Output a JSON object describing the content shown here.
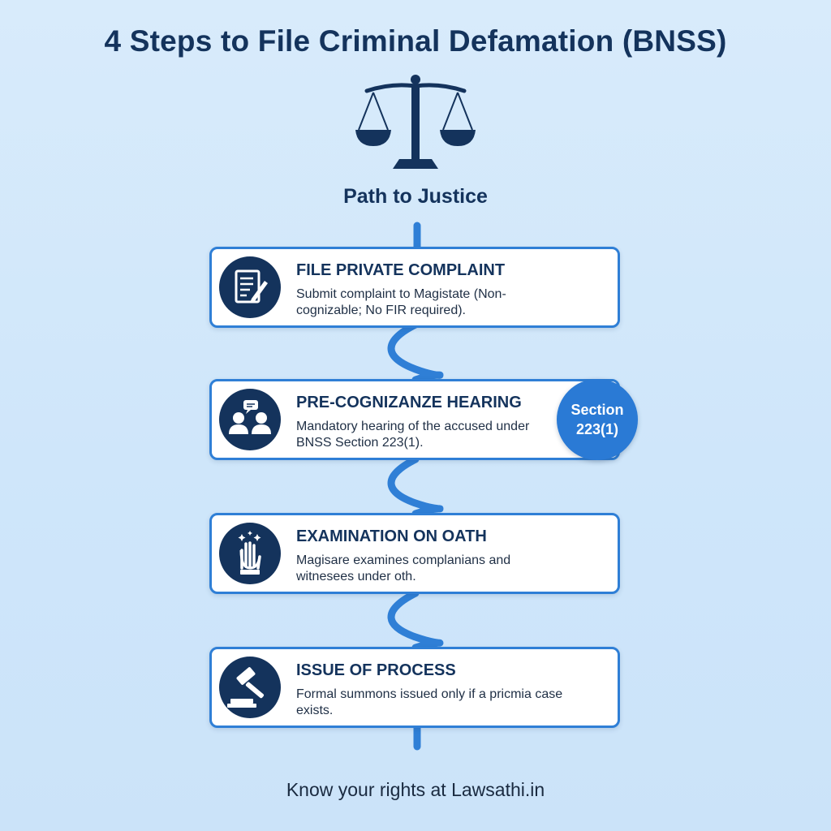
{
  "title": "4 Steps to File Criminal Defamation (BNSS)",
  "subtitle": "Path to Justice",
  "steps": [
    {
      "title": "FILE PRIVATE COMPLAINT",
      "desc": "Submit complaint to Magistate (Non-cognizable; No FIR required).",
      "icon": "document-pen-icon"
    },
    {
      "title": "PRE-COGNIZANZE HEARING",
      "desc": "Mandatory hearing of the accused under BNSS Section 223(1).",
      "icon": "people-conversation-icon"
    },
    {
      "title": "EXAMINATION ON OATH",
      "desc": "Magisare examines complanians and witnesees under oth.",
      "icon": "raised-hand-oath-icon"
    },
    {
      "title": "ISSUE OF PROCESS",
      "desc": "Formal summons issued only if a pricmia case exists.",
      "icon": "gavel-icon"
    }
  ],
  "badge": {
    "line1": "Section",
    "line2": "223(1)"
  },
  "footer": "Know your rights at Lawsathi.in",
  "colors": {
    "navy": "#14335c",
    "accent_blue": "#2f7fd6",
    "background": "#d4e9fb"
  }
}
